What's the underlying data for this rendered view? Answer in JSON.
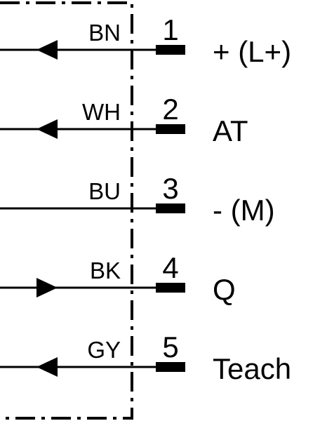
{
  "wires": [
    {
      "color_code": "BN",
      "pin": "1",
      "function": "+ (L+)",
      "arrow": "left"
    },
    {
      "color_code": "WH",
      "pin": "2",
      "function": "AT",
      "arrow": "left"
    },
    {
      "color_code": "BU",
      "pin": "3",
      "function": "- (M)",
      "arrow": "none"
    },
    {
      "color_code": "BK",
      "pin": "4",
      "function": "Q",
      "arrow": "right"
    },
    {
      "color_code": "GY",
      "pin": "5",
      "function": "Teach",
      "arrow": "left"
    }
  ]
}
